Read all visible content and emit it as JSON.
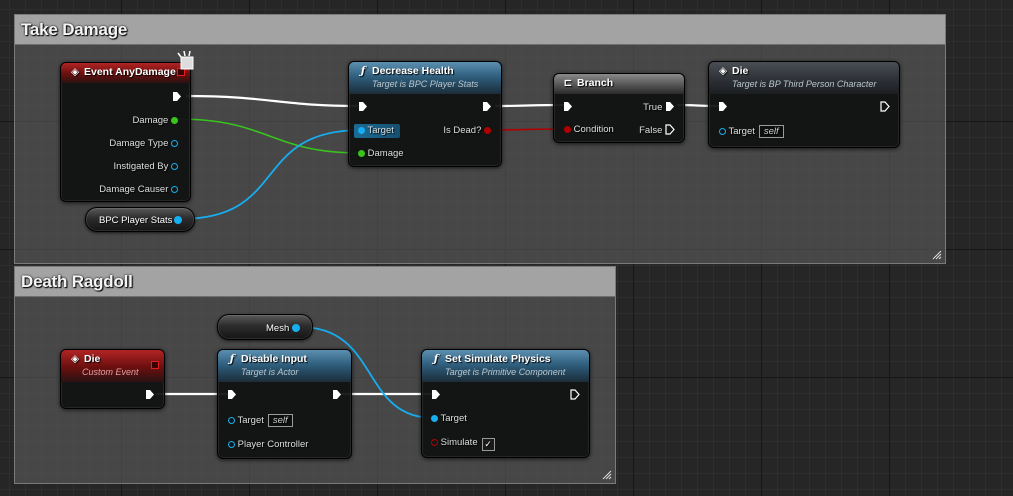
{
  "colors": {
    "object_pin": "#16aef0",
    "float_pin": "#38c41c",
    "bool_pin": "#b00000",
    "exec_wire": "#ffffff"
  },
  "comments": {
    "take_damage": "Take Damage",
    "death_ragdoll": "Death Ragdoll"
  },
  "nodes": {
    "event_any_damage": {
      "title": "Event AnyDamage",
      "pins": {
        "damage": "Damage",
        "damage_type": "Damage Type",
        "instigated_by": "Instigated By",
        "damage_causer": "Damage Causer"
      }
    },
    "bpc_player_stats": {
      "label": "BPC Player Stats"
    },
    "decrease_health": {
      "title": "Decrease Health",
      "subtitle": "Target is BPC Player Stats",
      "pins": {
        "target": "Target",
        "damage": "Damage",
        "is_dead": "Is Dead?"
      }
    },
    "branch": {
      "title": "Branch",
      "pins": {
        "condition": "Condition",
        "true": "True",
        "false": "False"
      }
    },
    "die_call": {
      "title": "Die",
      "subtitle": "Target is BP Third Person Character",
      "pins": {
        "target": "Target",
        "target_value": "self"
      }
    },
    "die_event": {
      "title": "Die",
      "subtitle": "Custom Event"
    },
    "mesh": {
      "label": "Mesh"
    },
    "disable_input": {
      "title": "Disable Input",
      "subtitle": "Target is Actor",
      "pins": {
        "target": "Target",
        "target_value": "self",
        "player_controller": "Player Controller"
      }
    },
    "set_simulate_physics": {
      "title": "Set Simulate Physics",
      "subtitle": "Target is Primitive Component",
      "pins": {
        "target": "Target",
        "simulate": "Simulate",
        "simulate_checked": "✓"
      }
    }
  }
}
